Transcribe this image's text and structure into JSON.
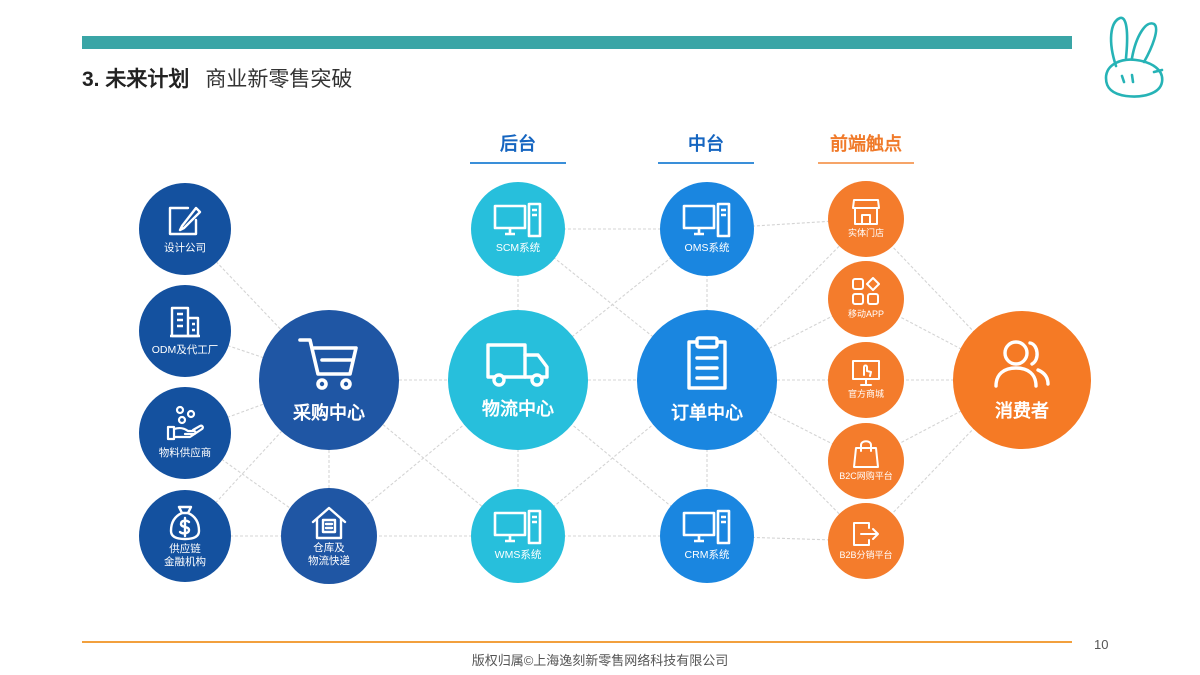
{
  "header": {
    "section_number": "3. 未来计划",
    "subtitle": "商业新零售突破"
  },
  "columns": {
    "backend": "后台",
    "middle": "中台",
    "frontend": "前端触点"
  },
  "nodes": {
    "design": "设计公司",
    "odm": "ODM及代工厂",
    "materials": "物料供应商",
    "finance_1": "供应链",
    "finance_2": "金融机构",
    "procurement": "采购中心",
    "warehouse_1": "仓库及",
    "warehouse_2": "物流快递",
    "scm": "SCM系统",
    "logistics": "物流中心",
    "wms": "WMS系统",
    "oms": "OMS系统",
    "order": "订单中心",
    "crm": "CRM系统",
    "store": "实体门店",
    "mobile": "移动APP",
    "mall": "官方商城",
    "b2c": "B2C网购平台",
    "b2b": "B2B分销平台",
    "consumer": "消费者"
  },
  "footer": {
    "copyright": "版权归属©上海逸刻新零售网络科技有限公司",
    "page": "10"
  },
  "colors": {
    "teal_bar": "#3aa5a6",
    "navy": "#14519f",
    "cyan": "#27bfdc",
    "blue": "#1a86e0",
    "orange": "#f47c2c",
    "footer_line": "#f2a03d"
  }
}
